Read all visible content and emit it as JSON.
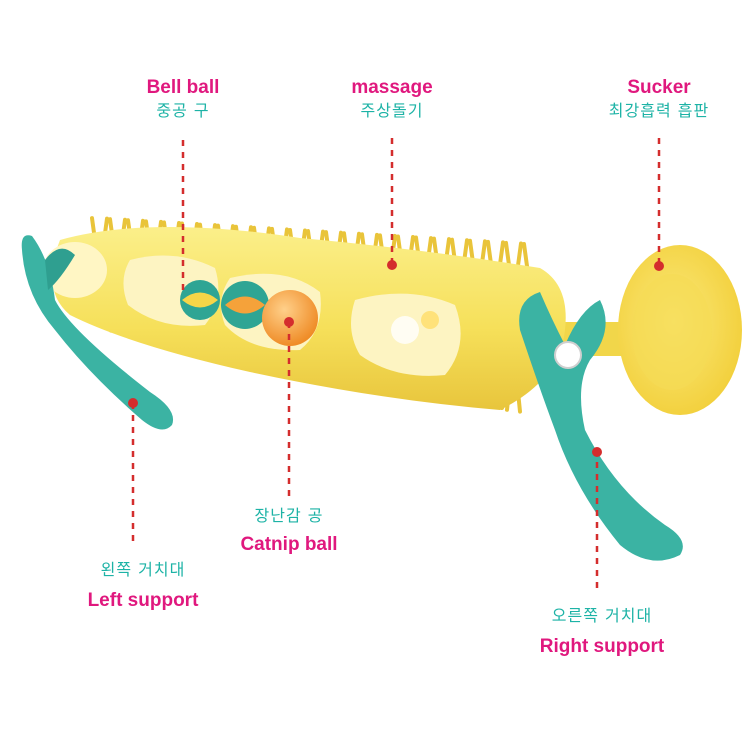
{
  "colors": {
    "english_label": "#e0187e",
    "korean_label": "#1db3a6",
    "leader_line": "#d42d2d",
    "toy_body": "#f6e25a",
    "toy_spikes": "#ecc63a",
    "supports": "#3bb3a3",
    "sucker": "#f7df4e",
    "catnip_ball": "#f5a23a",
    "bell_ball": "#2fa594"
  },
  "labels": {
    "bell_ball": {
      "en": "Bell ball",
      "ko": "중공 구"
    },
    "massage": {
      "en": "massage",
      "ko": "주상돌기"
    },
    "sucker": {
      "en": "Sucker",
      "ko": "최강흡력 흡판"
    },
    "catnip_ball": {
      "en": "Catnip ball",
      "ko": "장난감 공"
    },
    "left_support": {
      "en": "Left support",
      "ko": "왼쪽 거치대"
    },
    "right_support": {
      "en": "Right support",
      "ko": "오른쪽 거치대"
    }
  }
}
